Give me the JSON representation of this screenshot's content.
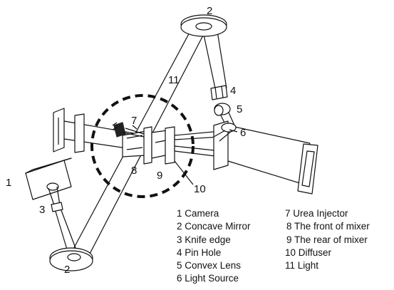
{
  "callouts": {
    "n1": "1",
    "n2_top": "2",
    "n2_bottom": "2",
    "n3": "3",
    "n4": "4",
    "n5": "5",
    "n6": "6",
    "n7": "7",
    "n8": "8",
    "n9": "9",
    "n10": "10",
    "n11": "11"
  },
  "legend_left": [
    "1 Camera",
    "2 Concave Mirror",
    "3 Knife edge",
    "4 Pin Hole",
    "5 Convex Lens",
    "6 Light Source"
  ],
  "legend_right": [
    "7 Urea Injector",
    "8 The front of mixer",
    "9 The rear of mixer",
    "10 Diffuser",
    "11 Light"
  ],
  "colors": {
    "line": "#111111",
    "fill": "#ffffff",
    "injector": "#222222"
  }
}
